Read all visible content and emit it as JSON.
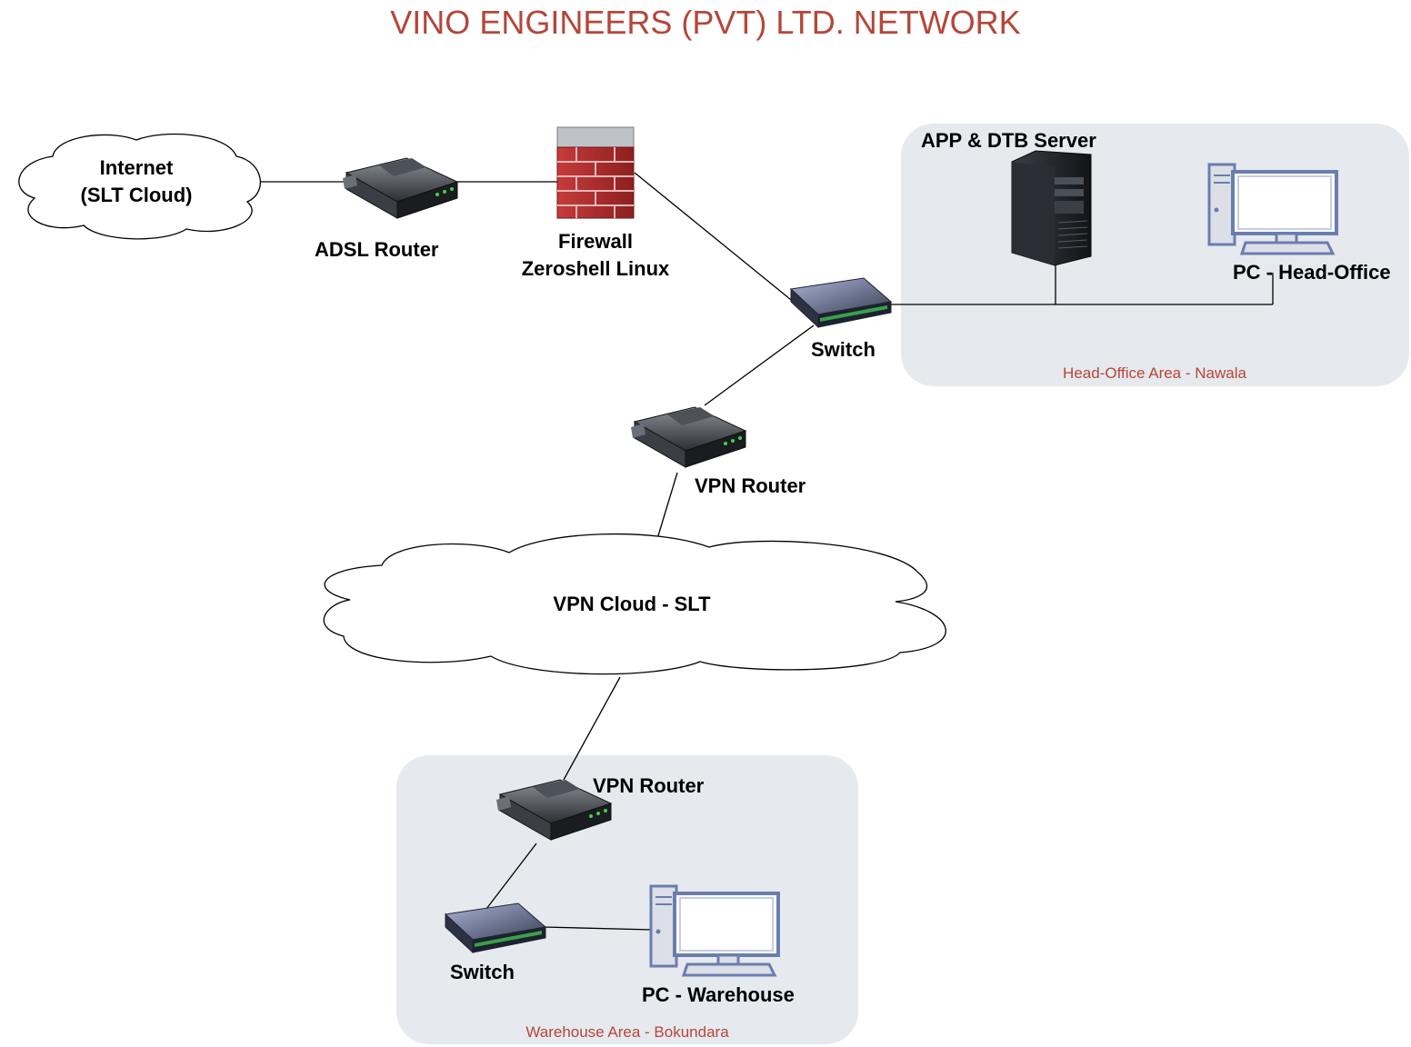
{
  "title": "VINO ENGINEERS (PVT) LTD. NETWORK",
  "areas": {
    "head_office": "Head-Office Area - Nawala",
    "warehouse": "Warehouse Area - Bokundara"
  },
  "nodes": {
    "internet_line1": "Internet",
    "internet_line2": "(SLT Cloud)",
    "adsl_router": "ADSL Router",
    "firewall_line1": "Firewall",
    "firewall_line2": "Zeroshell Linux",
    "server": "APP & DTB Server",
    "pc_head_office": "PC - Head-Office",
    "switch_head_office": "Switch",
    "vpn_router_head_office": "VPN Router",
    "vpn_cloud": "VPN Cloud - SLT",
    "vpn_router_warehouse": "VPN Router",
    "switch_warehouse": "Switch",
    "pc_warehouse": "PC - Warehouse"
  },
  "colors": {
    "title": "#b5463a",
    "area_fill": "#e6e9ed",
    "line": "#000000"
  }
}
